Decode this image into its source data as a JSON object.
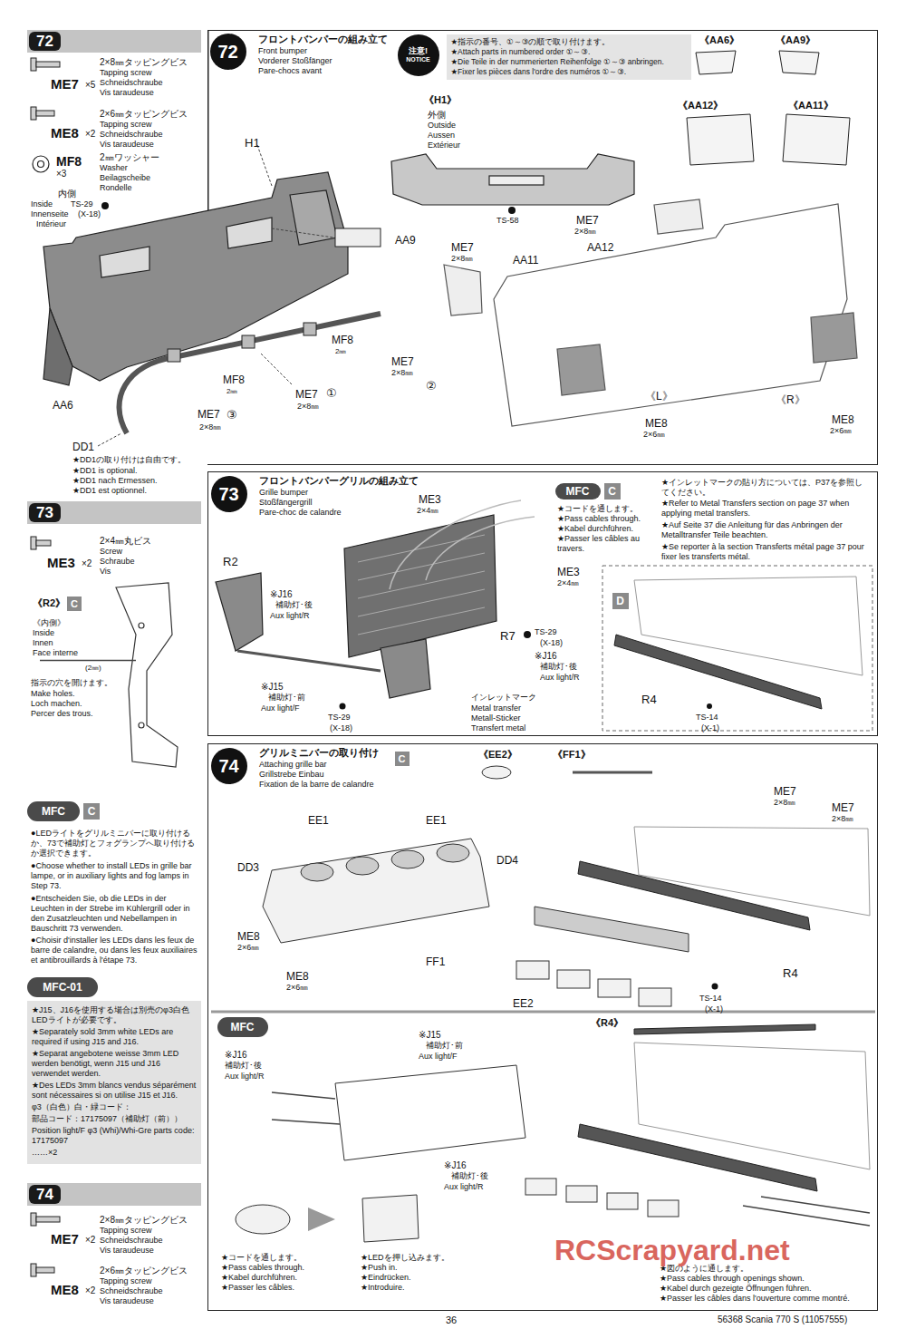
{
  "diagram": {
    "nodes": [
      {
        "text": [
          "72"
        ]
      },
      {
        "text": [
          "フロントバンパーの組み立て",
          "Front bumper",
          "Vorderer Stoßfänger",
          "Pare-chocs avant"
        ]
      },
      {
        "text": [
          "72"
        ],
        "in": 1
      },
      {
        "text": [
          "注意!",
          "NOTICE"
        ],
        "in": 1
      },
      {
        "text": [
          "★指示の番号、①～③の順で取り付けます。",
          "★Attach parts in numbered order ①～③.",
          "★Die Teile in der nummerierten Reihenfolge ①～③ anbringen.",
          "★Fixer les pièces dans l'ordre des numéros ①～③."
        ],
        "in": 1
      },
      {
        "text": [
          "73"
        ]
      },
      {
        "text": [
          "フロントバンパーグリルの組み立て",
          "Grille bumper",
          "Stoßfängergrill",
          "Pare-choc de calandre"
        ]
      },
      {
        "text": [
          "73"
        ],
        "in": 6
      },
      {
        "text": [
          "MFC"
        ],
        "in": 6
      },
      {
        "text": [
          "C"
        ],
        "in": 6
      },
      {
        "text": [
          "D"
        ],
        "in": 6
      },
      {
        "text": [
          "C"
        ]
      },
      {
        "text": [
          "MFC"
        ]
      },
      {
        "text": [
          "C"
        ]
      },
      {
        "text": [
          "MFC-01"
        ]
      },
      {
        "text": [
          "★J15、J16を使用する場合は別売のφ3白色LEDライトが必要です。",
          "★Separately sold 3mm white LEDs are required if using J15 and J16.",
          "★Separat angebotene weisse 3mm LED werden benötigt, wenn J15 und J16 verwendet werden.",
          "★Des LEDs 3mm blancs vendus séparément sont nécessaires si on utilise J15 et J16.",
          "φ3（白色）白・緑コード：",
          "部品コード：17175097（補助灯（前））",
          "Position light/F φ3 (Whi)/Whi-Gre parts code: 17175097",
          "……×2"
        ]
      },
      {
        "text": [
          "74"
        ]
      },
      {
        "text": [
          "グリルミニバーの取り付け",
          "Attaching grille bar",
          "Grillstrebe Einbau",
          "Fixation de la barre de calandre"
        ]
      },
      {
        "text": [
          "74"
        ],
        "in": 17
      },
      {
        "text": [
          "C"
        ],
        "in": 17
      },
      {
        "text": [
          "MFC"
        ],
        "in": 17
      }
    ],
    "labels": [
      "2×8㎜タッピングビス",
      "Tapping screw",
      "Schneidschraube",
      "Vis taraudeuse",
      "ME7",
      "×5",
      "2×6㎜タッピングビス",
      "Tapping screw",
      "Schneidschraube",
      "Vis taraudeuse",
      "ME8",
      "×2",
      "2㎜ワッシャー",
      "Washer",
      "Beilagscheibe",
      "Rondelle",
      "MF8",
      "×3",
      "内側",
      "Inside",
      "TS-29",
      "Innenseite",
      "(X-18)",
      "Intérieur",
      "《AA6》",
      "《AA9》",
      "《AA12》",
      "《AA11》",
      "《H1》",
      "外側",
      "Outside",
      "Aussen",
      "Extérieur",
      "TS-58",
      "H1",
      "AA9",
      "ME7",
      "2×8㎜",
      "AA11",
      "ME7",
      "2×8㎜",
      "AA12",
      "《L》",
      "《R》",
      "ME8",
      "2×6㎜",
      "ME8",
      "2×6㎜",
      "MF8",
      "2㎜",
      "MF8",
      "2㎜",
      "ME7",
      "2×8㎜",
      "②",
      "ME7",
      "①",
      "2×8㎜",
      "ME7",
      "③",
      "2×8㎜",
      "AA6",
      "DD1",
      "★DD1の取り付けは自由です。",
      "★DD1 is optional.",
      "★DD1 nach Ermessen.",
      "★DD1 est optionnel.",
      "2×4㎜丸ビス",
      "Screw",
      "Schraube",
      "Vis",
      "ME3",
      "×2",
      "《R2》",
      "《内側》",
      "Inside",
      "Innen",
      "Face interne",
      "(2㎜)",
      "指示の穴を開けます。",
      "Make holes.",
      "Loch machen.",
      "Percer des trous.",
      "ME3",
      "2×4㎜",
      "★コードを通します。",
      "★Kabel durchführen.",
      "★Pass cables through.",
      "★Passer les câbles au travers.",
      "★インレットマークの貼り方については、P37を参照してください。",
      "★Refer to Metal Transfers section on page 37 when applying metal transfers.",
      "★Auf Seite 37 die Anleitung für das Anbringen der Metalltransfer Teile beachten.",
      "★Se reporter à la section Transferts métal page 37 pour fixer les transferts métal.",
      "ME3",
      "2×4㎜",
      "R2",
      "※J16",
      "補助灯･後",
      "Aux light/R",
      "R7",
      "TS-29",
      "(X-18)",
      "※J16",
      "補助灯･後",
      "Aux light/R",
      "※J15",
      "補助灯･前",
      "Aux light/F",
      "TS-29",
      "(X-18)",
      "インレットマーク",
      "Metal transfer",
      "Metall-Sticker",
      "Transfert metal",
      "R4",
      "TS-14",
      "(X-1)",
      "●LEDライトをグリルミニバーに取り付けるか、73で補助灯とフォグランプへ取り付けるか選択できます。",
      "●Choose whether to install LEDs in grille bar lampe, or in auxiliary lights and fog lamps in Step 73.",
      "●Entscheiden Sie, ob die LEDs in der Leuchten in der Strebe im Kühlergrill oder in den Zusatzleuchten und Nebellampen in Bauschritt 73 verwenden.",
      "●Choisir d'installer les LEDs dans les feux de barre de calandre, ou dans les feux auxiliaires et antibrouillards à l'étape 73.",
      "2×8㎜タッピングビス",
      "Tapping screw",
      "Schneidschraube",
      "Vis taraudeuse",
      "ME7",
      "×2",
      "2×6㎜タッピングビス",
      "Tapping screw",
      "Schneidschraube",
      "Vis taraudeuse",
      "ME8",
      "×2",
      "《EE2》",
      "《FF1》",
      "ME7",
      "2×8㎜",
      "ME7",
      "2×8㎜",
      "EE1",
      "EE1",
      "DD4",
      "DD3",
      "ME8",
      "2×6㎜",
      "ME8",
      "2×6㎜",
      "FF1",
      "EE2",
      "TS-14",
      "(X-1)",
      "R4",
      "《R4》",
      "※J15",
      "補助灯･前",
      "Aux light/F",
      "※J16",
      "補助灯･後",
      "Aux light/R",
      "※J16",
      "補助灯･後",
      "Aux light/R",
      "★コードを通します。",
      "★Pass cables through.",
      "★Kabel durchführen.",
      "★Passer les câbles.",
      "★LEDを押し込みます。",
      "★Push in.",
      "★Eindrücken.",
      "★Introduire.",
      "★図のように通します。",
      "★Pass cables through openings shown.",
      "★Kabel durch gezeigte Öffnungen führen.",
      "★Passer les câbles dans l'ouverture comme montré.",
      "RCScrapyard.net",
      "36",
      "56368 Scania 770 S (11057555)"
    ]
  }
}
